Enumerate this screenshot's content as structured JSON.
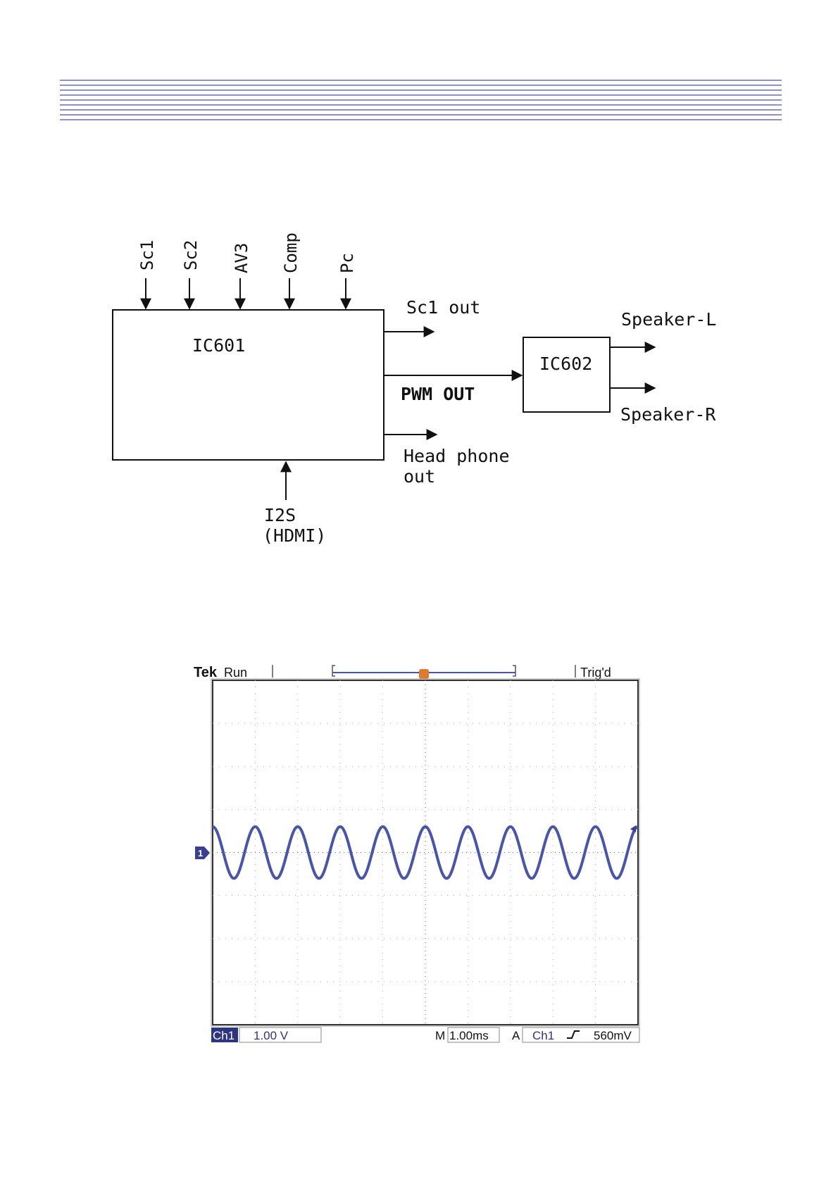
{
  "diagram": {
    "inputs": [
      "Sc1",
      "Sc2",
      "AV3",
      "Comp",
      "Pc"
    ],
    "ic601": "IC601",
    "ic602": "IC602",
    "sc1_out": "Sc1 out",
    "pwm_out": "PWM OUT",
    "headphone_line1": "Head phone",
    "headphone_line2": "out",
    "speaker_l": "Speaker-L",
    "speaker_r": "Speaker-R",
    "i2s_line1": "I2S",
    "i2s_line2": "(HDMI)"
  },
  "scope": {
    "brand": "Tek",
    "run_state": "Run",
    "trig_state": "Trig'd",
    "channel_marker": "1",
    "trigger_marker": "T",
    "channel_label": "Ch1",
    "volts_per_div": "1.00 V",
    "timebase_prefix": "M",
    "timebase": "1.00ms",
    "trigger_prefix": "A",
    "trigger_source": "Ch1",
    "trigger_level": "560mV"
  },
  "chart_data": {
    "type": "line",
    "title": "",
    "xlabel": "",
    "ylabel": "",
    "x_divisions": 10,
    "y_divisions": 8,
    "volts_per_div": 1.0,
    "time_per_div_ms": 1.0,
    "xlim": [
      0,
      10
    ],
    "ylim": [
      -4,
      4
    ],
    "series": [
      {
        "waveform": "sine",
        "offset_div": 0,
        "amplitude_div": 0.6,
        "cycles": 10,
        "phase_at_left_deg": 90,
        "color": "#4a55a8"
      }
    ],
    "trigger_level_div": 0.56,
    "grid": true
  }
}
